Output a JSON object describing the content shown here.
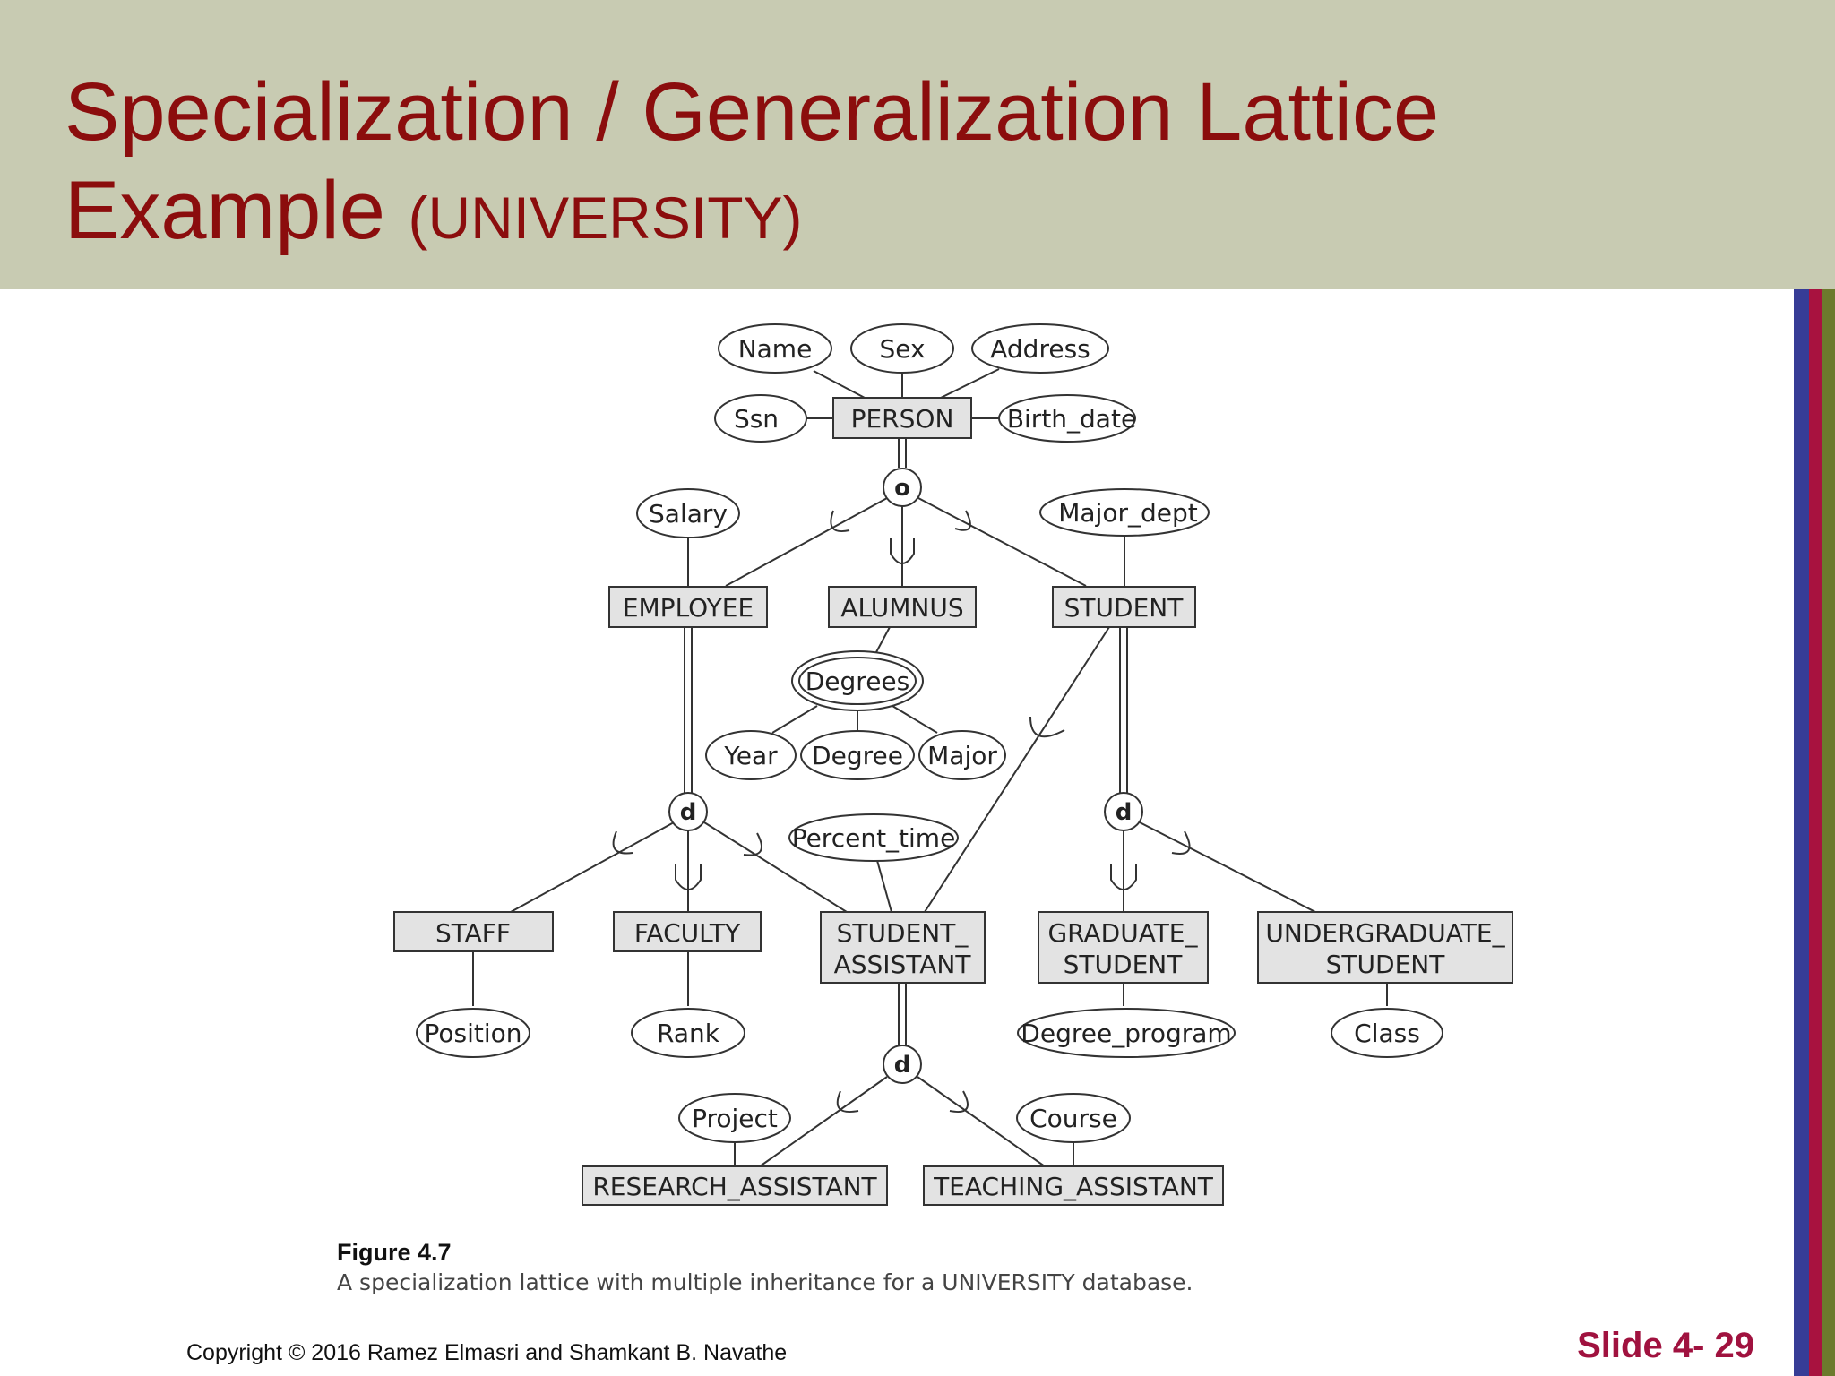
{
  "slide": {
    "title_line1": "Specialization / Generalization Lattice",
    "title_line2": "Example",
    "title_sub": "(UNIVERSITY)",
    "copyright": "Copyright © 2016 Ramez Elmasri and Shamkant B. Navathe",
    "slide_number": "Slide 4- 29"
  },
  "figure": {
    "label": "Figure 4.7",
    "caption": "A specialization lattice with multiple inheritance for a UNIVERSITY database."
  },
  "entities": {
    "person": "PERSON",
    "employee": "EMPLOYEE",
    "alumnus": "ALUMNUS",
    "student": "STUDENT",
    "staff": "STAFF",
    "faculty": "FACULTY",
    "student_assistant_1": "STUDENT_",
    "student_assistant_2": "ASSISTANT",
    "graduate_student_1": "GRADUATE_",
    "graduate_student_2": "STUDENT",
    "undergraduate_student_1": "UNDERGRADUATE_",
    "undergraduate_student_2": "STUDENT",
    "research_assistant": "RESEARCH_ASSISTANT",
    "teaching_assistant": "TEACHING_ASSISTANT"
  },
  "attributes": {
    "name": "Name",
    "sex": "Sex",
    "address": "Address",
    "ssn": "Ssn",
    "birth_date": "Birth_date",
    "salary": "Salary",
    "major_dept": "Major_dept",
    "degrees": "Degrees",
    "year": "Year",
    "degree": "Degree",
    "major": "Major",
    "percent_time": "Percent_time",
    "position": "Position",
    "rank": "Rank",
    "degree_program": "Degree_program",
    "class": "Class",
    "project": "Project",
    "course": "Course"
  },
  "constraints": {
    "person_overlap": "o",
    "employee_disjoint": "d",
    "student_disjoint": "d",
    "student_assistant_disjoint": "d"
  },
  "colors": {
    "title": "#8b0d0d",
    "header_bg": "#c8cbb2",
    "entity_fill": "#e3e3e3",
    "slide_number": "#a0123f"
  }
}
